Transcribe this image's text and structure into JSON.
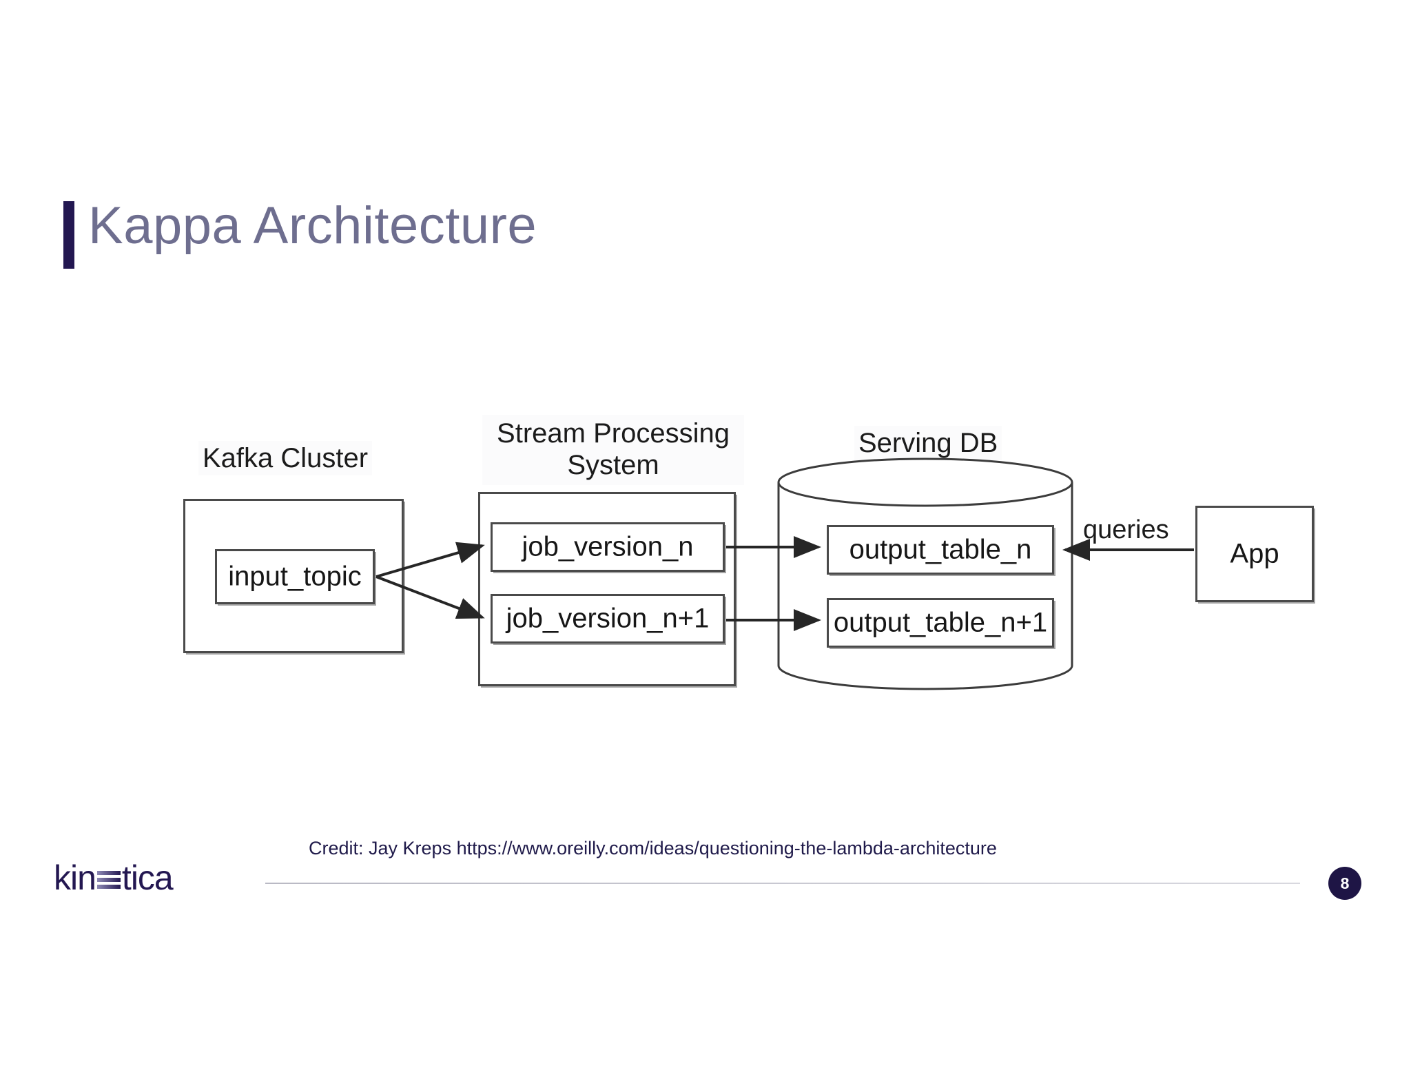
{
  "slide": {
    "title": "Kappa Architecture",
    "accent_color": "#231751",
    "title_color": "#6e6e8f",
    "page_number": "8"
  },
  "diagram": {
    "labels": {
      "kafka_cluster": "Kafka Cluster",
      "stream_processing": "Stream Processing System",
      "serving_db": "Serving DB",
      "queries": "queries"
    },
    "nodes": {
      "input_topic": "input_topic",
      "job_version_n": "job_version_n",
      "job_version_n1": "job_version_n+1",
      "output_table_n": "output_table_n",
      "output_table_n1": "output_table_n+1",
      "app": "App"
    }
  },
  "footer": {
    "credit": "Credit:   Jay Kreps   https://www.oreilly.com/ideas/questioning-the-lambda-architecture",
    "logo_prefix": "kin",
    "logo_suffix": "tica"
  }
}
